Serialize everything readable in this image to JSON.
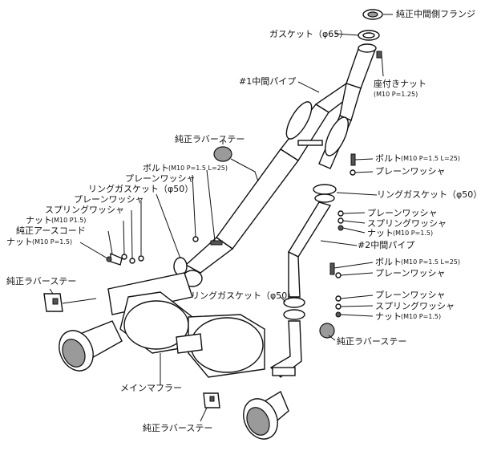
{
  "labels": {
    "flange": "純正中間側フランジ",
    "gasket65": "ガスケット（φ65）",
    "pipe1": "#1中間パイプ",
    "seat_nut": "座付きナット",
    "seat_nut_spec": "(M10 P=1.25)",
    "rubber_stay_top": "純正ラバーステー",
    "bolt_left": "ボルト",
    "bolt_left_spec": "(M10 P=1.5 L=25)",
    "washer_left": "プレーンワッシャ",
    "ring_gasket_left": "リングガスケット（φ50）",
    "washer_left2": "プレーンワッシャ",
    "spring_washer_left": "スプリングワッシャ",
    "nut_left": "ナット",
    "nut_left_spec": "(M10 P1.5)",
    "earth_cord": "純正アースコード",
    "nut_earth": "ナット",
    "nut_earth_spec": "(M10 P=1.5)",
    "rubber_stay_left": "純正ラバーステー",
    "bolt_right1": "ボルト",
    "bolt_right1_spec": "(M10 P=1.5 L=25)",
    "washer_right1": "プレーンワッシャ",
    "ring_gasket_right": "リングガスケット（φ50）",
    "washer_right2": "プレーンワッシャ",
    "spring_washer_right1": "スプリングワッシャ",
    "nut_right1": "ナット",
    "nut_right1_spec": "(M10 P=1.5)",
    "pipe2": "#2中間パイプ",
    "bolt_right2": "ボルト",
    "bolt_right2_spec": "(M10 P=1.5 L=25)",
    "washer_right3": "プレーンワッシャ",
    "ring_gasket_mid": "リングガスケット（φ50）",
    "washer_right4": "プレーンワッシャ",
    "spring_washer_right2": "スプリングワッシャ",
    "nut_right2": "ナット",
    "nut_right2_spec": "(M10 P=1.5)",
    "rubber_stay_right": "純正ラバーステー",
    "main_muffler": "メインマフラー",
    "rubber_stay_bottom": "純正ラバーステー"
  }
}
